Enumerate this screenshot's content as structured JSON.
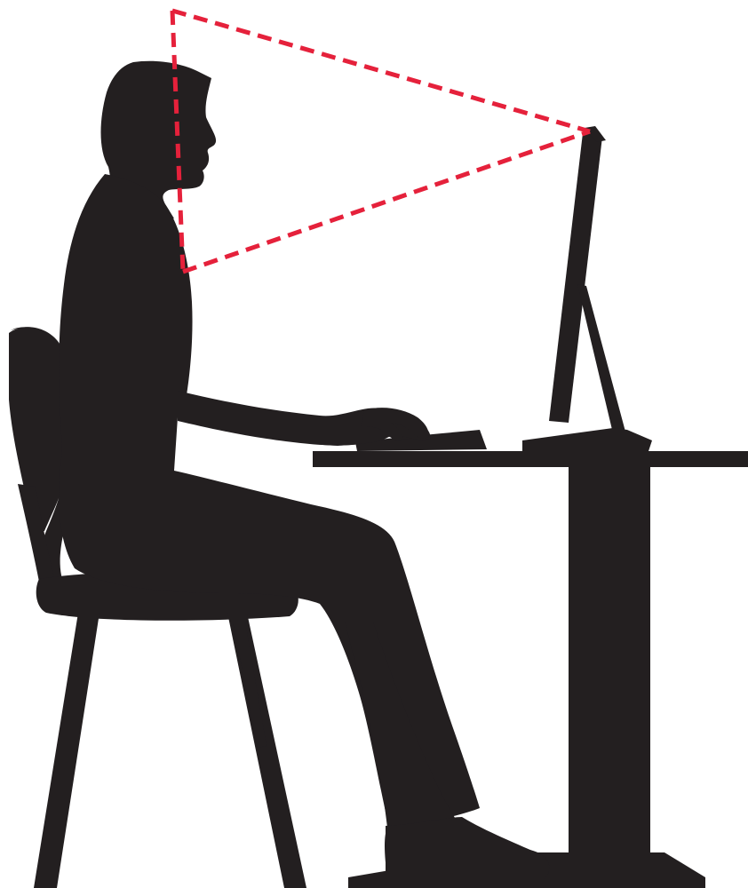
{
  "illustration": {
    "subject": "seated-person-at-computer-webcam",
    "colors": {
      "silhouette": "#231F20",
      "webcam_view_lines": "#E5213B",
      "background": "#FFFFFF"
    },
    "icons": [
      "person-silhouette",
      "chair-silhouette",
      "desk-silhouette",
      "monitor-silhouette",
      "keyboard-silhouette",
      "webcam-icon"
    ]
  }
}
